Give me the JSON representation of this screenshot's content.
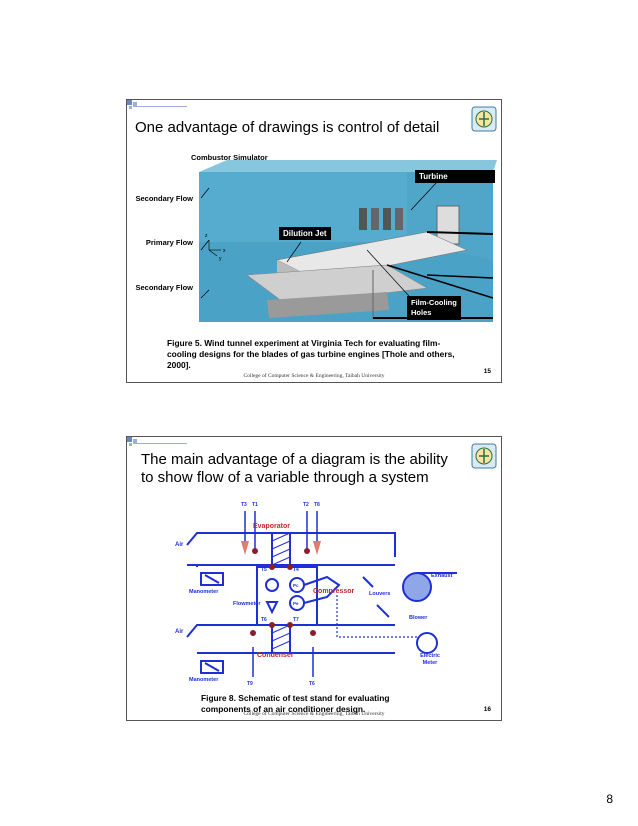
{
  "page_number": "8",
  "slide1": {
    "title": "One advantage of drawings is control of detail",
    "labels": {
      "combustor": "Combustor Simulator",
      "turbine": "Turbine",
      "secondary_top": "Secondary Flow",
      "primary": "Primary Flow",
      "secondary_bottom": "Secondary Flow",
      "dilution": "Dilution Jet",
      "film_cooling": "Film-Cooling Holes",
      "axis_z": "z",
      "axis_x": "x",
      "axis_y": "y"
    },
    "caption": "Figure 5. Wind tunnel experiment at Virginia Tech for evaluating film-cooling designs for the blades of gas turbine engines [Thole and others, 2000].",
    "footer": "College of Computer Science & Engineering, Taibah University",
    "number": "15"
  },
  "slide2": {
    "title": "The main advantage of a diagram is the ability to show flow of a variable through a system",
    "labels": {
      "evaporator": "Evaporator",
      "condenser": "Condenser",
      "compressor": "Compressor",
      "louvers": "Louvers",
      "exhaust": "Exhaust",
      "blower": "Blower",
      "electric_meter": "Electric Meter",
      "flowmeter": "Flowmeter",
      "manometer_top": "Manometer",
      "manometer_bottom": "Manometer",
      "air_top": "Air",
      "air_bottom": "Air",
      "t3": "T3",
      "t1": "T1",
      "t2": "T2",
      "t8": "T8",
      "t5": "T5",
      "t4": "T4",
      "t6": "T6",
      "t7": "T7",
      "tl": "T9",
      "tb": "T6",
      "pc": "Pc",
      "pe": "Pe"
    },
    "caption": "Figure 8. Schematic of test stand for evaluating components of an air conditioner design.",
    "footer": "College of Computer Science & Engineering, Taibah University",
    "number": "16"
  },
  "colors": {
    "diagram_blue": "#1f2fd6",
    "tunnel_blue": "#4fa6c8",
    "accent": "#6a86c4"
  }
}
